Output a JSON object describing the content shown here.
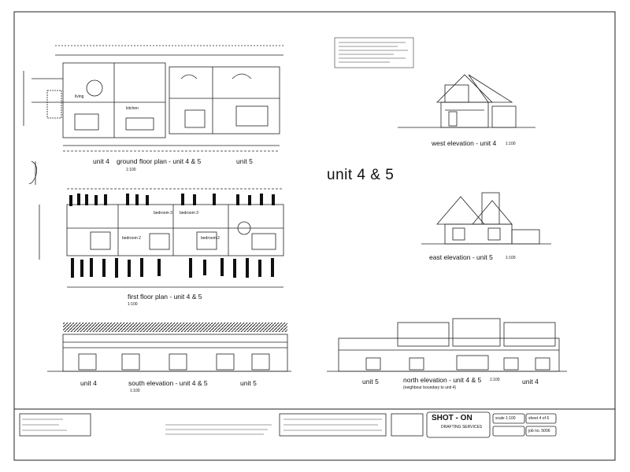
{
  "drawing": {
    "main_title": "unit 4 & 5",
    "views": {
      "ground_floor": {
        "unit_left": "unit 4",
        "title": "ground floor plan - unit 4 & 5",
        "unit_right": "unit 5",
        "scale": "1:100"
      },
      "first_floor": {
        "title": "first floor plan - unit 4 & 5",
        "scale": "1:100"
      },
      "south_elevation": {
        "unit_left": "unit 4",
        "title": "south elevation - unit 4 & 5",
        "unit_right": "unit 5",
        "scale": "1:100"
      },
      "north_elevation": {
        "unit_left": "unit 5",
        "title": "north elevation - unit 4 & 5",
        "unit_right": "unit 4",
        "scale": "1:100",
        "note": "(neighbour boundary to unit 4)"
      },
      "west_elevation": {
        "title": "west elevation - unit 4",
        "scale": "1:100"
      },
      "east_elevation": {
        "title": "east elevation - unit 5",
        "scale": "1:100"
      }
    },
    "room_labels": [
      "bedroom 2",
      "bedroom 3",
      "bedroom 2",
      "bedroom 3",
      "living",
      "kitchen"
    ]
  },
  "title_block": {
    "company": "SHOT - ON",
    "company_sub": "DRAFTING SERVICES",
    "sheet": "sheet 4 of 6",
    "job": "job no. 5006",
    "scale_label": "scale 1:100"
  }
}
